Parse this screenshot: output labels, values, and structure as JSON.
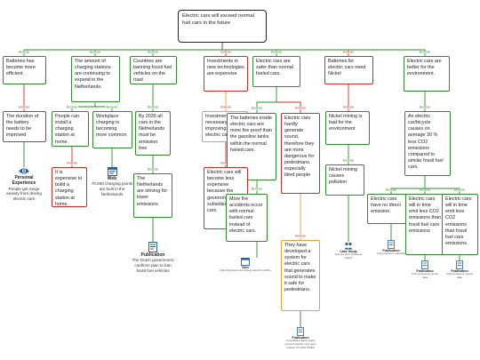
{
  "diagram": {
    "root": "Electric cars will exceed normal fuel cars in the future",
    "nodes": {
      "n1": "Batteries has become more efficient.",
      "n2": "The amount of charging stations are continuing to expand in the Netherlands.",
      "n3": "Countries are banning fossil fuel vehicles on the road",
      "n4": "Investments in new technologies are expensive",
      "n5": "Electric cars are safer than normal fueled cars.",
      "n6": "Batteries for electric cars need Nickel",
      "n7": "Electric cars are better for the environment.",
      "n8": "The duration of the battery needs to be improved",
      "n9": "People can install a charging station at home.",
      "n10": "Workplace charging is becoming more common",
      "n11": "By 2030 all cars in the Netherlands must be emission free",
      "n12": "Investments are necessary to keep improving the electric cars",
      "n13": "The batteries inside electric cars are more fire proof than the gasoline tanks within the normal fueled cars.",
      "n14": "Electric cars hardly generate sound, therefore they are more dangerous for pedestrians, especially blind people",
      "n15": "Nickel mining is bad for the environment",
      "n16": "An electric car/bicycle causes on average 30 % less CO2 emissions compared to similar fossil fuel cars.",
      "n17": "It is expensive to build a charging station at home.",
      "n18": "The Netherlands are striving for lower emissions",
      "n19": "Electric cars will become less expensive because the government does subsidize electric cars.",
      "n20": "More fire accidents occur with normal fueled cars instead of electric cars.",
      "n21": "They have developed a system for electric cars that generates sound to make it safe for pedestrians.",
      "n22": "Nickel mining causes pollution",
      "n23": "Electric cars have no direct emission.",
      "n24": "Electric cars will in time emit less CO2 emissions than fossil fuel cars emissions",
      "n25": "Electric cars will in time emit less CO2 emissions than fossil fuel cars emissions"
    },
    "labels": {
      "because": "Because",
      "however": "However"
    },
    "sources": {
      "s1": {
        "title": "Personal Experience",
        "text": "People get range anxiety from driving electric cars"
      },
      "s2": {
        "title": "Web",
        "text": "70.000 charging points are built in the Netherlands"
      },
      "s3": {
        "title": "Publication",
        "text": "The Dutch government confirms plan to ban fossil fuel vehicles"
      },
      "s4": {
        "title": "Web",
        "text": "https://joinplant.com/charge-electric-vehicle"
      },
      "s5": {
        "title": "Case Study",
        "text": "Can we drive without a nickel?"
      },
      "s6": {
        "title": "Publication",
        "text": "Co2 emissions calculate"
      },
      "s7": {
        "title": "Publication",
        "text": "CO2 emissions source data"
      },
      "s8": {
        "title": "Publication",
        "text": "CO2 emissions source data"
      },
      "s9": {
        "title": "Publication",
        "text": "Consultative Earth safety protocol electric cars quiet product 27-2019 US/EU"
      }
    },
    "colors": {
      "support": "#2e8b2e",
      "oppose": "#d42a2a",
      "rebuttal": "#f0a030",
      "root_border": "#222222",
      "icon_blue": "#2b5f9e"
    }
  }
}
